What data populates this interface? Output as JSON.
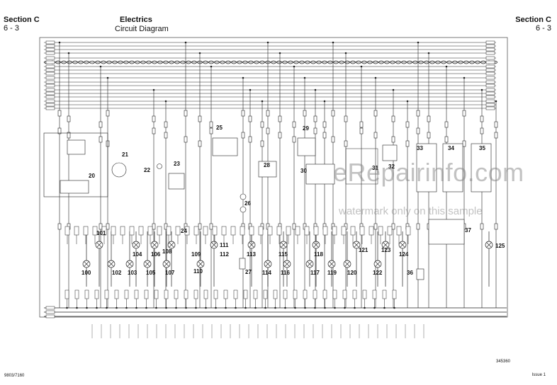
{
  "header": {
    "section_left": "Section C",
    "page_left": "6 - 3",
    "title": "Electrics",
    "subtitle": "Circuit Diagram",
    "section_right": "Section C",
    "page_right": "6 - 3"
  },
  "footer": {
    "doc_number": "9803/7160",
    "issue": "Issue 1",
    "drawing_ref": "345360"
  },
  "watermark": {
    "main": "eRepairinfo.com",
    "sub": "watermark only on this sample"
  },
  "component_numbers": [
    "20",
    "21",
    "22",
    "23",
    "24",
    "25",
    "26",
    "27",
    "28",
    "29",
    "30",
    "31",
    "32",
    "33",
    "34",
    "35",
    "36",
    "37",
    "100",
    "101",
    "102",
    "103",
    "104",
    "105",
    "106",
    "107",
    "108",
    "109",
    "110",
    "111",
    "112",
    "113",
    "114",
    "115",
    "116",
    "117",
    "118",
    "119",
    "120",
    "121",
    "122",
    "123",
    "124",
    "125"
  ],
  "colors": {
    "line": "#222222",
    "background": "#ffffff",
    "watermark": "#8a8a8a"
  }
}
